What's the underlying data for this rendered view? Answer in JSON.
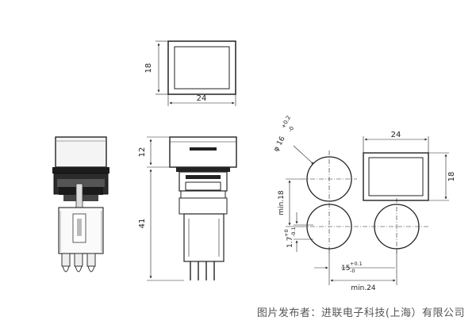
{
  "labels": {
    "top_height": "18",
    "top_width": "24",
    "cap_height": "12",
    "total_height": "41",
    "right_width": "24",
    "right_height": "18",
    "phi_main": "φ 16",
    "phi_plus": "+0.2",
    "phi_minus": "-0",
    "min18": "min.18",
    "pin_main": "1.7",
    "pin_plus": "+0",
    "pin_minus": "-0.1",
    "pitch_main": "15",
    "pitch_plus": "+0.1",
    "pitch_minus": "-0",
    "min24": "min.24"
  },
  "caption": "图片发布者：进联电子科技(上海）有限公司"
}
